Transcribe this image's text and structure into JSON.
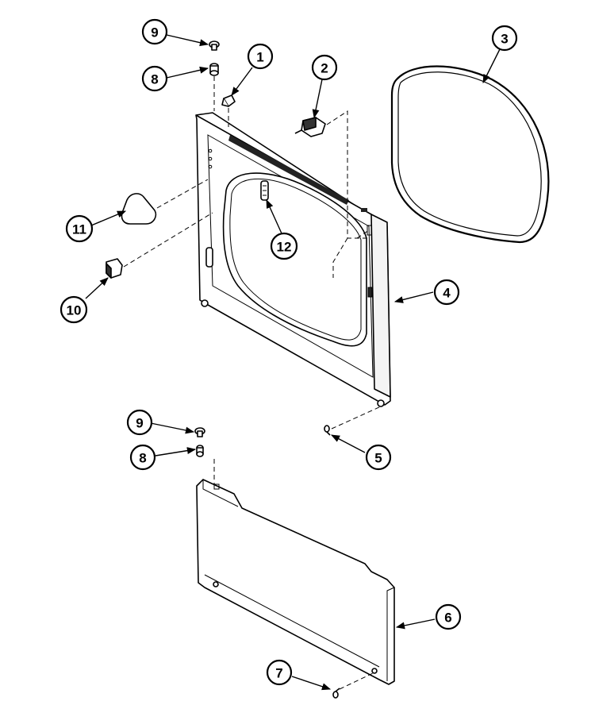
{
  "callouts": [
    {
      "id": "9a",
      "label": "9"
    },
    {
      "id": "8a",
      "label": "8"
    },
    {
      "id": "1",
      "label": "1"
    },
    {
      "id": "2",
      "label": "2"
    },
    {
      "id": "3",
      "label": "3"
    },
    {
      "id": "11",
      "label": "11"
    },
    {
      "id": "12",
      "label": "12"
    },
    {
      "id": "10",
      "label": "10"
    },
    {
      "id": "4",
      "label": "4"
    },
    {
      "id": "9b",
      "label": "9"
    },
    {
      "id": "5",
      "label": "5"
    },
    {
      "id": "8b",
      "label": "8"
    },
    {
      "id": "6",
      "label": "6"
    },
    {
      "id": "7",
      "label": "7"
    }
  ]
}
